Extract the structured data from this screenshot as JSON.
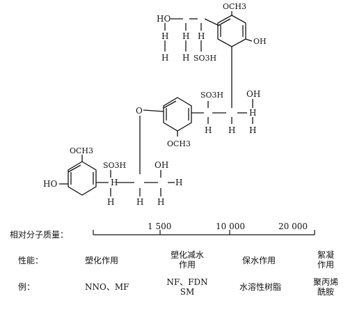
{
  "structure": {
    "top_unit": {
      "chain_atoms": [
        "HO",
        "H",
        "H",
        "H",
        "H",
        "H",
        "SO3H"
      ],
      "ring_substituents": [
        "OCH3",
        "OH"
      ]
    },
    "middle_unit": {
      "chain_atoms": [
        "SO3H",
        "H",
        "OH",
        "H",
        "H",
        "H"
      ],
      "ring_substituents": [
        "OCH3"
      ],
      "link": "O"
    },
    "bottom_unit": {
      "ring_substituents": [
        "OCH3",
        "HO"
      ],
      "chain_atoms": [
        "SO3H",
        "H",
        "OH",
        "H",
        "H",
        "H",
        "H"
      ]
    }
  },
  "scale": {
    "label": "相对分子质量：",
    "ticks": [
      "1 500",
      "10 000",
      "20 000"
    ]
  },
  "performance": {
    "label": "性能：",
    "values": [
      "塑化作用",
      "塑化减水\n作用",
      "保水作用",
      "絮凝\n作用"
    ]
  },
  "examples": {
    "label": "例：",
    "values": [
      "NNO、MF",
      "NF、FDN\nSM",
      "水溶性树脂",
      "聚丙烯\n酰胺"
    ]
  }
}
